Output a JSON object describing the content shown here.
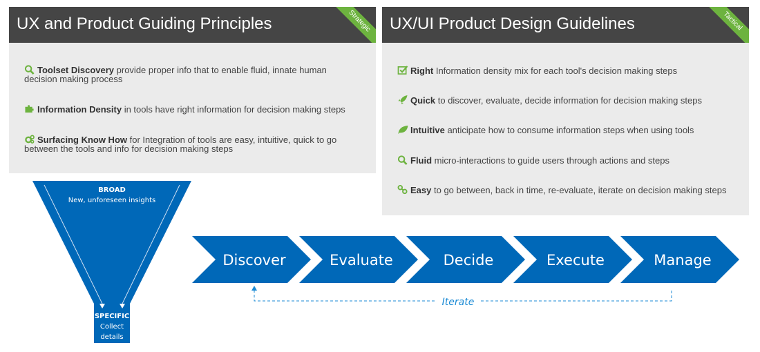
{
  "principles": {
    "title": "UX and Product Guiding Principles",
    "ribbon": "Strategic",
    "items": [
      {
        "icon": "search-icon",
        "bold": "Toolset Discovery",
        "text": " provide proper info that to enable fluid, innate human decision making process"
      },
      {
        "icon": "puzzle-icon",
        "bold": "Information Density",
        "text": " in tools have right information for decision making steps"
      },
      {
        "icon": "gears-icon",
        "bold": "Surfacing Know How",
        "text": " for Integration of tools are easy, intuitive, quick to go between the tools and info for decision making steps"
      }
    ]
  },
  "guidelines": {
    "title": "UX/UI Product Design Guidelines",
    "ribbon": "Tactical",
    "items": [
      {
        "icon": "checkbox-icon",
        "bold": "Right",
        "text": " Information density mix for each tool's decision making steps"
      },
      {
        "icon": "rocket-icon",
        "bold": "Quick",
        "text": " to discover, evaluate, decide information for decision making steps"
      },
      {
        "icon": "leaf-icon",
        "bold": "Intuitive",
        "text": " anticipate how to consume information steps when using tools"
      },
      {
        "icon": "search-icon",
        "bold": "Fluid",
        "text": " micro-interactions to guide users through actions and steps"
      },
      {
        "icon": "link-icon",
        "bold": "Easy",
        "text": " to go between, back in time, re-evaluate, iterate on decision making steps"
      }
    ]
  },
  "funnel": {
    "broad_label": "BROAD",
    "broad_text": "New, unforeseen insights",
    "specific_label": "SPECIFIC",
    "specific_line1": "Collect",
    "specific_line2": "details"
  },
  "steps": [
    "Discover",
    "Evaluate",
    "Decide",
    "Execute",
    "Manage"
  ],
  "iterate_label": "Iterate",
  "colors": {
    "header": "#454545",
    "panel": "#ebebeb",
    "accent": "#6db33f",
    "blue": "#0068b8",
    "iterate": "#1a8ad4"
  }
}
